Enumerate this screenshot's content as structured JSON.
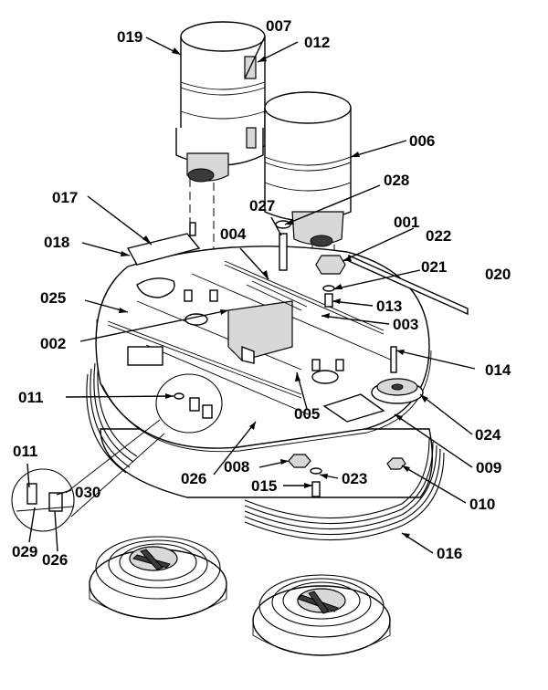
{
  "figure": {
    "type": "exploded-parts-diagram",
    "callouts": [
      {
        "id": "019",
        "label": "019"
      },
      {
        "id": "007",
        "label": "007"
      },
      {
        "id": "012",
        "label": "012"
      },
      {
        "id": "006",
        "label": "006"
      },
      {
        "id": "028",
        "label": "028"
      },
      {
        "id": "027",
        "label": "027"
      },
      {
        "id": "017",
        "label": "017"
      },
      {
        "id": "001",
        "label": "001"
      },
      {
        "id": "022",
        "label": "022"
      },
      {
        "id": "004",
        "label": "004"
      },
      {
        "id": "018",
        "label": "018"
      },
      {
        "id": "021",
        "label": "021"
      },
      {
        "id": "020",
        "label": "020"
      },
      {
        "id": "025",
        "label": "025"
      },
      {
        "id": "013",
        "label": "013"
      },
      {
        "id": "003",
        "label": "003"
      },
      {
        "id": "002",
        "label": "002"
      },
      {
        "id": "014",
        "label": "014"
      },
      {
        "id": "011a",
        "label": "011"
      },
      {
        "id": "005",
        "label": "005"
      },
      {
        "id": "024",
        "label": "024"
      },
      {
        "id": "011b",
        "label": "011"
      },
      {
        "id": "026a",
        "label": "026"
      },
      {
        "id": "008",
        "label": "008"
      },
      {
        "id": "009",
        "label": "009"
      },
      {
        "id": "030",
        "label": "030"
      },
      {
        "id": "015",
        "label": "015"
      },
      {
        "id": "023",
        "label": "023"
      },
      {
        "id": "010",
        "label": "010"
      },
      {
        "id": "029",
        "label": "029"
      },
      {
        "id": "026b",
        "label": "026"
      },
      {
        "id": "016",
        "label": "016"
      }
    ]
  }
}
